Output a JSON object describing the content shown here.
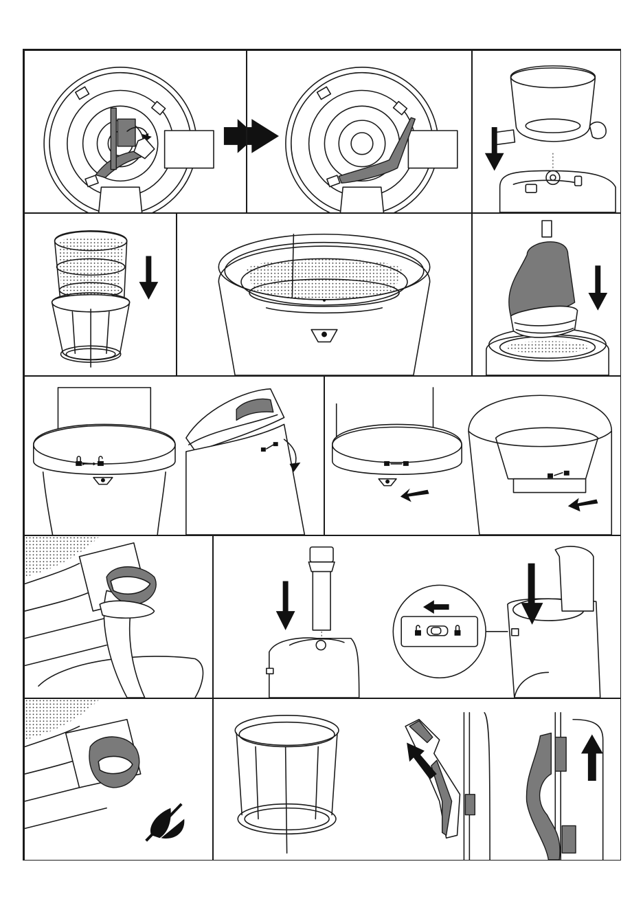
{
  "document": {
    "type": "instruction-illustration-sheet",
    "rows": 5
  },
  "panels": [
    {
      "id": "r1c1",
      "content": "top-view-open-lid-tab"
    },
    {
      "id": "r1c2",
      "content": "top-view-closed-lid"
    },
    {
      "id": "r1c3",
      "content": "juicer-bowl-onto-base"
    },
    {
      "id": "r2c1",
      "content": "strainer-into-brush-holder"
    },
    {
      "id": "r2c2",
      "content": "strainer-in-bowl-closeup"
    },
    {
      "id": "r2c3",
      "content": "auger-into-bowl"
    },
    {
      "id": "r3c1",
      "content": "lid-lock-align-and-turn"
    },
    {
      "id": "r3c2",
      "content": "lid-lock-locked"
    },
    {
      "id": "r4c1",
      "content": "juice-spout-cap-open"
    },
    {
      "id": "r4c2",
      "content": "pusher-insert-and-hopper-lock"
    },
    {
      "id": "r5c1",
      "content": "juice-spout-cap-closed-no-drip"
    },
    {
      "id": "r5c2",
      "content": "brush-holder-wiper-removal"
    }
  ],
  "icons": {
    "lock": "lock-icon",
    "unlock": "unlock-icon",
    "arrow": "arrow-icon",
    "no_drip": "no-drip-icon"
  },
  "colors": {
    "ink": "#1a1a1a",
    "shade": "#7a7a7a"
  }
}
